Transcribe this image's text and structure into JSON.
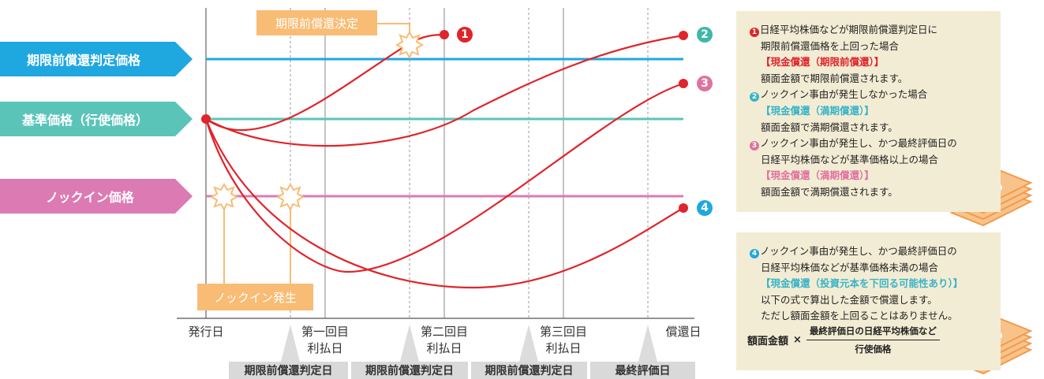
{
  "levels": {
    "early": "期限前償還判定価格",
    "base": "基準価格（行使価格）",
    "knockin": "ノックイン価格"
  },
  "events": {
    "early_redemption": "期限前償還決定",
    "knockin_occur": "ノックイン発生"
  },
  "x_axis": {
    "issue": "発行日",
    "first": [
      "第一回目",
      "利払日"
    ],
    "second": [
      "第二回目",
      "利払日"
    ],
    "third": [
      "第三回目",
      "利払日"
    ],
    "redemption": "償還日"
  },
  "bottom_bars": [
    "期限前償還判定日",
    "期限前償還判定日",
    "期限前償還判定日",
    "最終評価日"
  ],
  "markers": {
    "m1": "❶",
    "m2": "2",
    "m3": "3",
    "m4": "4"
  },
  "notes_top": {
    "case1_line1": "日経平均株価などが期限前償還判定日に",
    "case1_line2": "期限前償還価格を上回った場合",
    "case1_tag": "【現金償還（期限前償還）】",
    "case1_result": "額面金額で期限前償還されます。",
    "case2_line1": "ノックイン事由が発生しなかった場合",
    "case2_tag": "【現金償還（満期償還）】",
    "case2_result": "額面金額で満期償還されます。",
    "case3_line1": "ノックイン事由が発生し、かつ最終評価日の",
    "case3_line2": "日経平均株価などが基準価格以上の場合",
    "case3_tag": "【現金償還（満期償還）】",
    "case3_result": "額面金額で満期償還されます。"
  },
  "notes_bottom": {
    "case4_line1": "ノックイン事由が発生し、かつ最終評価日の",
    "case4_line2": "日経平均株価などが基準価格未満の場合",
    "case4_tag": "【現金償還（投資元本を下回る可能性あり）】",
    "case4_result1": "以下の式で算出した金額で償還します。",
    "case4_result2": "ただし額面金額を上回ることはありません。",
    "formula_left": "額面金額",
    "formula_times": "×",
    "formula_numerator": "最終評価日の日経平均株価など",
    "formula_denominator": "行使価格"
  },
  "colors": {
    "early": "#1fa7e0",
    "base": "#5bc4b9",
    "knockin": "#dc7ab4",
    "curve": "#e0242b",
    "event": "#f8bc75",
    "note_bg": "#f3ecd4",
    "tag_red": "#e0242b",
    "tag_teal": "#38b4c7",
    "tag_pink": "#e0729f"
  },
  "icons": [
    "banknote-stack-icon"
  ]
}
